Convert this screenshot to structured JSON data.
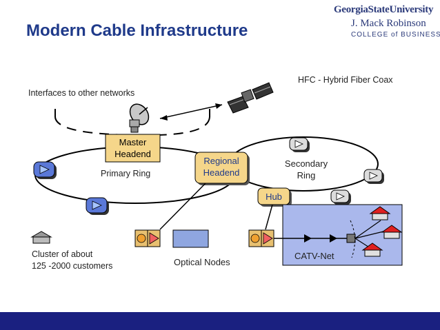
{
  "slide": {
    "title": "Modern Cable Infrastructure",
    "logo": {
      "line1": "GeorgiaStateUniversity",
      "line2": "J. Mack Robinson",
      "line3": "COLLEGE of BUSINESS"
    }
  },
  "labels": {
    "hfc": "HFC - Hybrid Fiber Coax",
    "interfaces": "Interfaces to other networks",
    "master_headend_line1": "Master",
    "master_headend_line2": "Headend",
    "primary_ring": "Primary Ring",
    "regional_headend_line1": "Regional",
    "regional_headend_line2": "Headend",
    "secondary_ring_line1": "Secondary",
    "secondary_ring_line2": "Ring",
    "hub": "Hub",
    "cluster_line1": "Cluster of about",
    "cluster_line2": "125 -2000 customers",
    "optical_nodes": "Optical Nodes",
    "catv_net": "CATV-Net"
  },
  "colors": {
    "title": "#1f3a8a",
    "headend_fill": "#f5d68a",
    "node_box_fill": "#8fa6e0",
    "catv_fill": "#aab8ec",
    "bottom_bar": "#1a2080",
    "house_roof": "#e02020"
  }
}
